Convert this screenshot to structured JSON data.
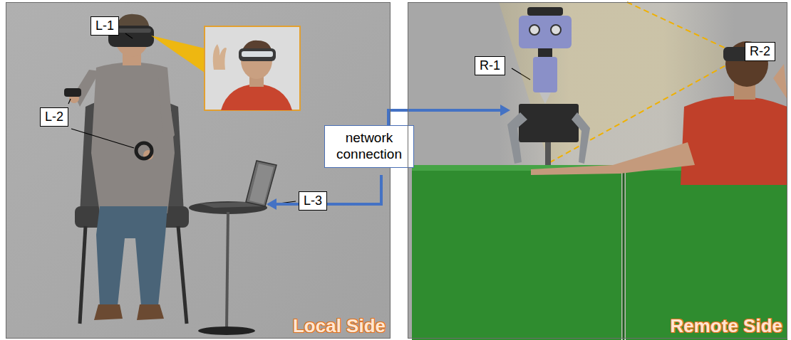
{
  "diagram": {
    "nodes": [
      {
        "text": [
          "Local Side"
        ]
      },
      {
        "text": [
          "L-1"
        ],
        "in": 0
      },
      {
        "text": [
          "L-2"
        ],
        "in": 0
      },
      {
        "text": [
          "L-3"
        ],
        "in": 0
      },
      {
        "text": [
          "network connection"
        ]
      },
      {
        "text": [
          "Remote Side"
        ]
      },
      {
        "text": [
          "R-1"
        ],
        "in": 5
      },
      {
        "text": [
          "R-2"
        ],
        "in": 5
      }
    ]
  }
}
